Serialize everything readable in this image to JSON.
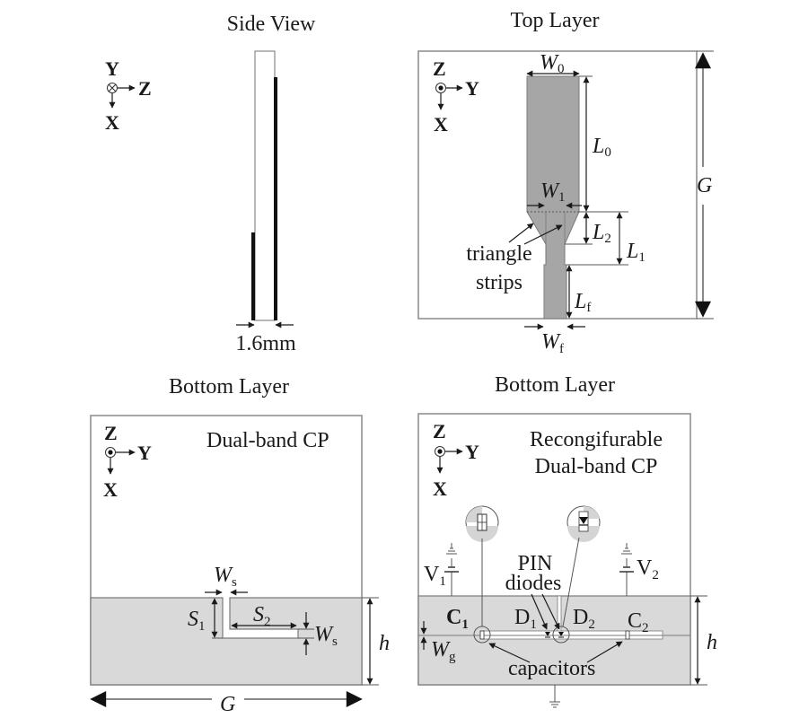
{
  "figure": {
    "panels": {
      "side_view": {
        "title": "Side View",
        "axes": {
          "up": "Y",
          "right": "Z",
          "down": "X",
          "origin_symbol": "into-page"
        },
        "thickness_label": "1.6mm"
      },
      "top_layer": {
        "title": "Top Layer",
        "axes": {
          "up": "Z",
          "right": "Y",
          "down": "X",
          "origin_symbol": "out-of-page"
        },
        "labels": {
          "W0": {
            "main": "W",
            "sub": "0"
          },
          "W1": {
            "main": "W",
            "sub": "1"
          },
          "Wf": {
            "main": "W",
            "sub": "f"
          },
          "L0": {
            "main": "L",
            "sub": "0"
          },
          "L1": {
            "main": "L",
            "sub": "1"
          },
          "L2": {
            "main": "L",
            "sub": "2"
          },
          "Lf": {
            "main": "L",
            "sub": "f"
          },
          "G": "G"
        },
        "annotation_line1": "triangle",
        "annotation_line2": "strips",
        "patch_color": "#a6a6a6"
      },
      "bottom_left": {
        "title": "Bottom Layer",
        "caption": "Dual-band CP",
        "axes": {
          "up": "Z",
          "right": "Y",
          "down": "X",
          "origin_symbol": "out-of-page"
        },
        "labels": {
          "Ws_top": {
            "main": "W",
            "sub": "s"
          },
          "Ws_right": {
            "main": "W",
            "sub": "s"
          },
          "S1": {
            "main": "S",
            "sub": "1"
          },
          "S2": {
            "main": "S",
            "sub": "2"
          },
          "h": "h",
          "G": "G"
        },
        "ground_color": "#d9d9d9"
      },
      "bottom_right": {
        "title": "Bottom Layer",
        "caption_line1": "Recongifurable",
        "caption_line2": "Dual-band CP",
        "axes": {
          "up": "Z",
          "right": "Y",
          "down": "X",
          "origin_symbol": "out-of-page"
        },
        "labels": {
          "V1": {
            "main": "V",
            "sub": "1"
          },
          "V2": {
            "main": "V",
            "sub": "2"
          },
          "C1": {
            "main": "C",
            "sub": "1"
          },
          "C2": {
            "main": "C",
            "sub": "2"
          },
          "D1": {
            "main": "D",
            "sub": "1"
          },
          "D2": {
            "main": "D",
            "sub": "2"
          },
          "Wg": {
            "main": "W",
            "sub": "g"
          },
          "h": "h"
        },
        "pin_line1": "PIN",
        "pin_line2": "diodes",
        "capacitors_label": "capacitors"
      }
    }
  }
}
